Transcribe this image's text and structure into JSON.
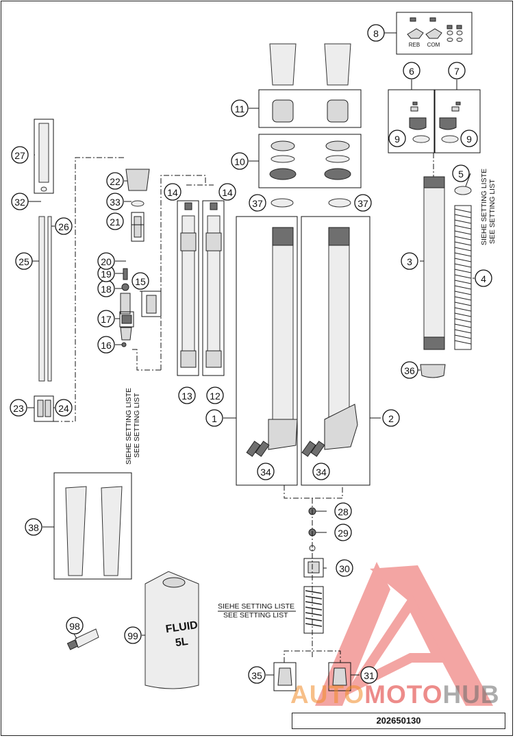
{
  "diagram": {
    "document_number": "202650130",
    "setting_note_de": "SIEHE SETTING LISTE",
    "setting_note_en": "SEE SETTING LIST",
    "label_reb": "REB",
    "label_com": "COM",
    "fluid_label_line1": "FLUID",
    "fluid_label_line2": "5L",
    "callouts": [
      "1",
      "2",
      "3",
      "4",
      "5",
      "6",
      "7",
      "8",
      "9",
      "9",
      "10",
      "11",
      "12",
      "13",
      "14",
      "14",
      "15",
      "16",
      "17",
      "18",
      "19",
      "20",
      "21",
      "22",
      "23",
      "24",
      "25",
      "26",
      "27",
      "28",
      "29",
      "30",
      "31",
      "32",
      "33",
      "34",
      "34",
      "35",
      "36",
      "37",
      "37",
      "38",
      "98",
      "99"
    ]
  },
  "watermark": {
    "part1": "AUTO",
    "part2": "MOTO",
    "part3": "HUB",
    "color1": "#f28c28",
    "color2": "#e0302b",
    "color3": "#6a6a6a",
    "logo_color": "#e53935"
  }
}
